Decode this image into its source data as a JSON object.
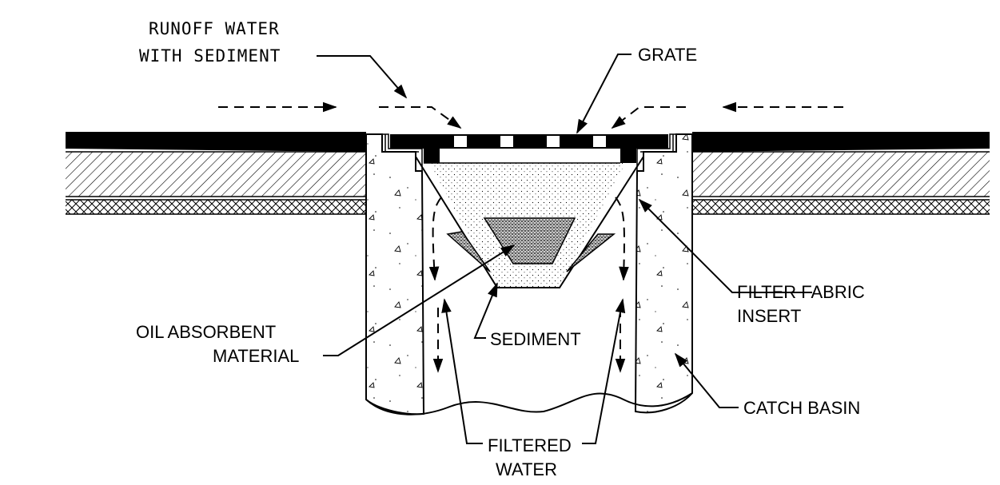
{
  "diagram": {
    "labels": {
      "runoff_line1": "RUNOFF WATER",
      "runoff_line2": "WITH SEDIMENT",
      "grate": "GRATE",
      "filter_fabric_line1": "FILTER FABRIC",
      "filter_fabric_line2": "INSERT",
      "oil_line1": "OIL ABSORBENT",
      "oil_line2": "MATERIAL",
      "sediment": "SEDIMENT",
      "catch_basin": "CATCH BASIN",
      "filtered_line1": "FILTERED",
      "filtered_line2": "WATER"
    }
  }
}
